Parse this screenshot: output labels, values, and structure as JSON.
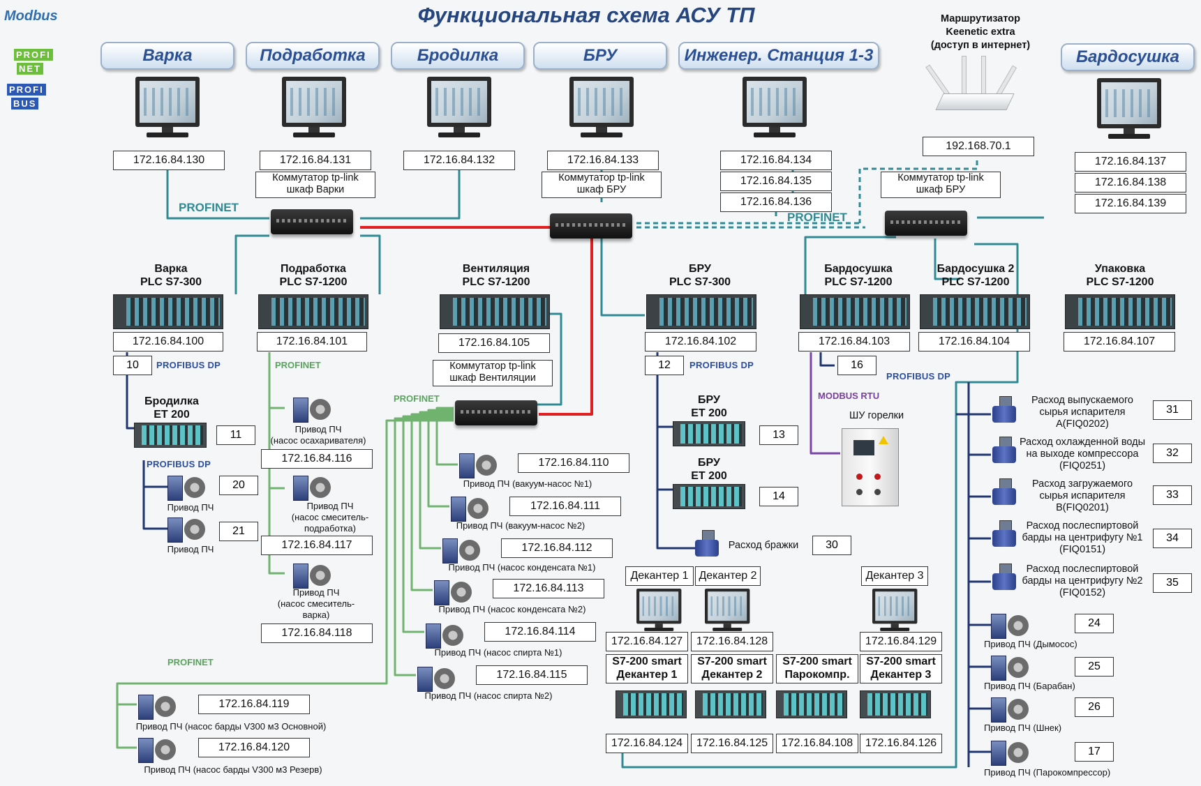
{
  "title": "Функциональная схема АСУ ТП",
  "logos": {
    "modbus": "Modbus",
    "profinet_top": "PROFI",
    "profinet_bottom": "NET",
    "profibus_top": "PROFI",
    "profibus_bottom": "BUS"
  },
  "tabs": [
    "Варка",
    "Подработка",
    "Бродилка",
    "БРУ",
    "Инженер. Станция 1-3",
    "Бардосушка"
  ],
  "router": {
    "label": "Маршрутизатор\nKeenetic extra\n(доступ в интернет)",
    "ip": "192.168.70.1"
  },
  "hmi_ips": {
    "varka": "172.16.84.130",
    "podrabotka": "172.16.84.131",
    "brodilka": "172.16.84.132",
    "bru": "172.16.84.133",
    "eng1": "172.16.84.134",
    "eng2": "172.16.84.135",
    "eng3": "172.16.84.136",
    "bard1": "172.16.84.137",
    "bard2": "172.16.84.138",
    "bard3": "172.16.84.139"
  },
  "switches": {
    "varka": "Коммутатор tp-link\nшкаф Варки",
    "bru": "Коммутатор tp-link\nшкаф БРУ",
    "bard": "Коммутатор tp-link\nшкаф БРУ",
    "vent": "Коммутатор tp-link\nшкаф Вентиляции"
  },
  "networks": {
    "profinet": "PROFINET",
    "profibus": "PROFIBUS DP",
    "modbus": "MODBUS RTU"
  },
  "plcs": {
    "varka": {
      "name": "Варка\nPLC S7-300",
      "ip": "172.16.84.100",
      "dp": "10"
    },
    "podr": {
      "name": "Подработка\nPLC S7-1200",
      "ip": "172.16.84.101"
    },
    "vent": {
      "name": "Вентиляция\nPLC S7-1200",
      "ip": "172.16.84.105"
    },
    "bru": {
      "name": "БРУ\nPLC S7-300",
      "ip": "172.16.84.102",
      "dp": "12"
    },
    "bard1": {
      "name": "Бардосушка\nPLC S7-1200",
      "ip": "172.16.84.103",
      "dp": "16"
    },
    "bard2": {
      "name": "Бардосушка 2\nPLC S7-1200",
      "ip": "172.16.84.104"
    },
    "pack": {
      "name": "Упаковка\nPLC S7-1200",
      "ip": "172.16.84.107"
    }
  },
  "brodilka": {
    "name": "Бродилка\nET 200",
    "addr": "11",
    "drive_label": "Привод ПЧ",
    "drive1_addr": "20",
    "drive2_addr": "21"
  },
  "podr_drives": [
    {
      "label": "Привод ПЧ\n(насос осахаривателя)",
      "ip": "172.16.84.116"
    },
    {
      "label": "Привод ПЧ\n(насос смеситель-\nподработка)",
      "ip": "172.16.84.117"
    },
    {
      "label": "Привод ПЧ\n(насос смеситель-\nварка)",
      "ip": "172.16.84.118"
    }
  ],
  "vent_drives": [
    {
      "label": "Привод ПЧ (вакуум-насос №1)",
      "ip": "172.16.84.110"
    },
    {
      "label": "Привод ПЧ (вакуум-насос №2)",
      "ip": "172.16.84.111"
    },
    {
      "label": "Привод ПЧ (насос конденсата №1)",
      "ip": "172.16.84.112"
    },
    {
      "label": "Привод ПЧ (насос конденсата №2)",
      "ip": "172.16.84.113"
    },
    {
      "label": "Привод ПЧ (насос спирта №1)",
      "ip": "172.16.84.114"
    },
    {
      "label": "Привод ПЧ (насос спирта №2)",
      "ip": "172.16.84.115"
    }
  ],
  "barda_drives": [
    {
      "label": "Привод ПЧ (насос барды V300 м3 Основной)",
      "ip": "172.16.84.119"
    },
    {
      "label": "Привод ПЧ (насос барды V300 м3 Резерв)",
      "ip": "172.16.84.120"
    }
  ],
  "bru_et": [
    {
      "name": "БРУ\nET 200",
      "addr": "13"
    },
    {
      "name": "БРУ\nET 200",
      "addr": "14"
    }
  ],
  "brazhka": {
    "label": "Расход бражки",
    "addr": "30"
  },
  "burner": {
    "label": "ШУ горелки"
  },
  "decanters": [
    {
      "tab": "Декантер 1",
      "hmi_ip": "172.16.84.127",
      "plc": "S7-200 smart\nДекантер 1",
      "plc_ip": "172.16.84.124"
    },
    {
      "tab": "Декантер 2",
      "hmi_ip": "172.16.84.128",
      "plc": "S7-200 smart\nДекантер 2",
      "plc_ip": "172.16.84.125"
    },
    {
      "tab": "",
      "hmi_ip": "",
      "plc": "S7-200 smart\nПарокомпр.",
      "plc_ip": "172.16.84.108"
    },
    {
      "tab": "Декантер 3",
      "hmi_ip": "172.16.84.129",
      "plc": "S7-200 smart\nДекантер 3",
      "plc_ip": "172.16.84.126"
    }
  ],
  "flowmeters": [
    {
      "label": "Расход выпускаемого\nсырья испарителя\nА(FIQ0202)",
      "addr": "31"
    },
    {
      "label": "Расход охлажденной воды\nна выходе компрессора\n(FIQ0251)",
      "addr": "32"
    },
    {
      "label": "Расход загружаемого\nсырья испарителя\nВ(FIQ0201)",
      "addr": "33"
    },
    {
      "label": "Расход послеспиртовой\nбарды на центрифугу №1\n(FIQ0151)",
      "addr": "34"
    },
    {
      "label": "Расход послеспиртовой\nбарды на центрифугу №2\n(FIQ0152)",
      "addr": "35"
    }
  ],
  "bard_drives": [
    {
      "label": "Привод ПЧ (Дымосос)",
      "addr": "24"
    },
    {
      "label": "Привод ПЧ (Барабан)",
      "addr": "25"
    },
    {
      "label": "Привод ПЧ (Шнек)",
      "addr": "26"
    },
    {
      "label": "Привод ПЧ (Парокомпрессор)",
      "addr": "17"
    }
  ],
  "colors": {
    "profinet": "#2f8a93",
    "profinet_green": "#6fb36f",
    "profibus": "#1f3570",
    "link_red": "#e02020",
    "modbus": "#7b45a8",
    "tab_text": "#2a4f93"
  }
}
